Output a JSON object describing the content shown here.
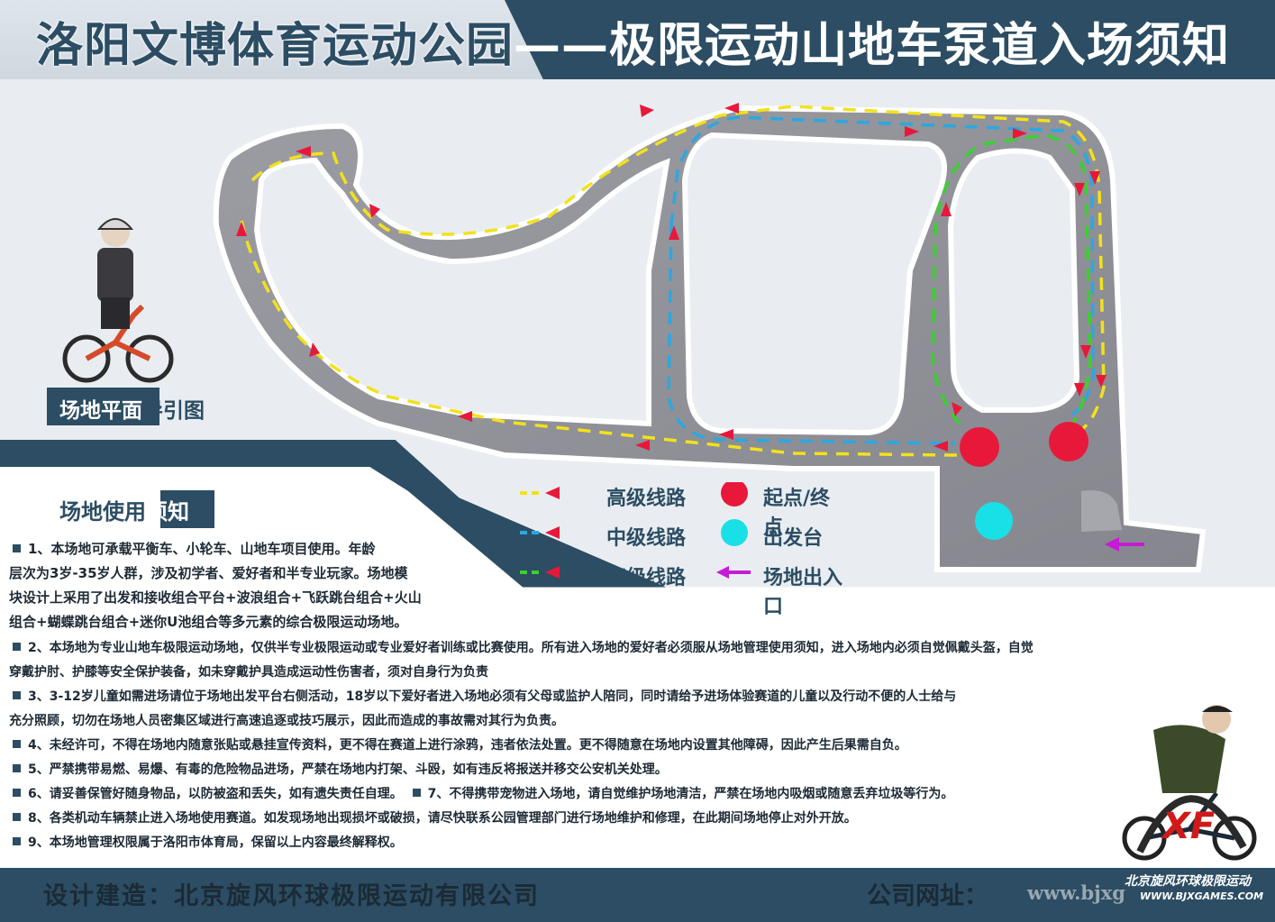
{
  "header": {
    "title_part1": "洛阳文博体育运动公园",
    "title_part2": "——极限运动山地车泵道入场须知"
  },
  "map": {
    "guide_label_head": "场地平面",
    "guide_label_tail": "导引图",
    "colors": {
      "advanced": "#f1e21b",
      "intermediate": "#2aa8e0",
      "beginner": "#39d12e",
      "start": "#e8183a",
      "depart": "#19e0e6",
      "entrance": "#c51bd6"
    }
  },
  "legend": {
    "advanced": "高级线路",
    "intermediate": "中级线路",
    "beginner": "初级线路",
    "start_end": "起点/终点",
    "depart": "出发台",
    "entrance": "场地出入口"
  },
  "notice": {
    "title_head": "场地使用",
    "title_tail": "须知",
    "rules": [
      "1、本场地可承载平衡车、小轮车、山地车项目使用。年龄",
      "层次为3岁-35岁人群，涉及初学者、爱好者和半专业玩家。场地模",
      "块设计上采用了出发和接收组合平台+波浪组合+飞跃跳台组合+火山",
      "组合+蝴蝶跳台组合+迷你U池组合等多元素的综合极限运动场地。",
      "2、本场地为专业山地车极限运动场地，仅供半专业极限运动或专业爱好者训练或比赛使用。所有进入场地的爱好者必须服从场地管理使用须知，进入场地内必须自觉佩戴头盔，自觉",
      "穿戴护肘、护膝等安全保护装备，如未穿戴护具造成运动性伤害者，须对自身行为负责",
      "3、3-12岁儿童如需进场请位于场地出发平台右侧活动，18岁以下爱好者进入场地必须有父母或监护人陪同，同时请给予进场体验赛道的儿童以及行动不便的人士给与",
      "充分照顾，切勿在场地人员密集区域进行高速追逐或技巧展示，因此而造成的事故需对其行为负责。",
      "4、未经许可，不得在场地内随意张贴或悬挂宣传资料，更不得在赛道上进行涂鸦，违者依法处置。更不得随意在场地内设置其他障碍，因此产生后果需自负。",
      "5、严禁携带易燃、易爆、有毒的危险物品进场，严禁在场地内打架、斗殴，如有违反将报送并移交公安机关处理。",
      "6、请妥善保管好随身物品，以防被盗和丢失，如有遗失责任自理。",
      "7、不得携带宠物进入场地，请自觉维护场地清洁，严禁在场地内吸烟或随意丢弃垃圾等行为。",
      "8、各类机动车辆禁止进入场地使用赛道。如发现场地出现损坏或破损，请尽快联系公园管理部门进行场地维护和修理，在此期间场地停止对外开放。",
      "9、本场地管理权限属于洛阳市体育局，保留以上内容最终解释权。"
    ]
  },
  "footer": {
    "builder": "设计建造：北京旋风环球极限运动有限公司",
    "website_label": "公司网址：",
    "website_value": "www.bjxg",
    "brand_cn": "北京旋风环球极限运动",
    "brand_web": "WWW.BJXGAMES.COM",
    "logo_text": "XF"
  }
}
